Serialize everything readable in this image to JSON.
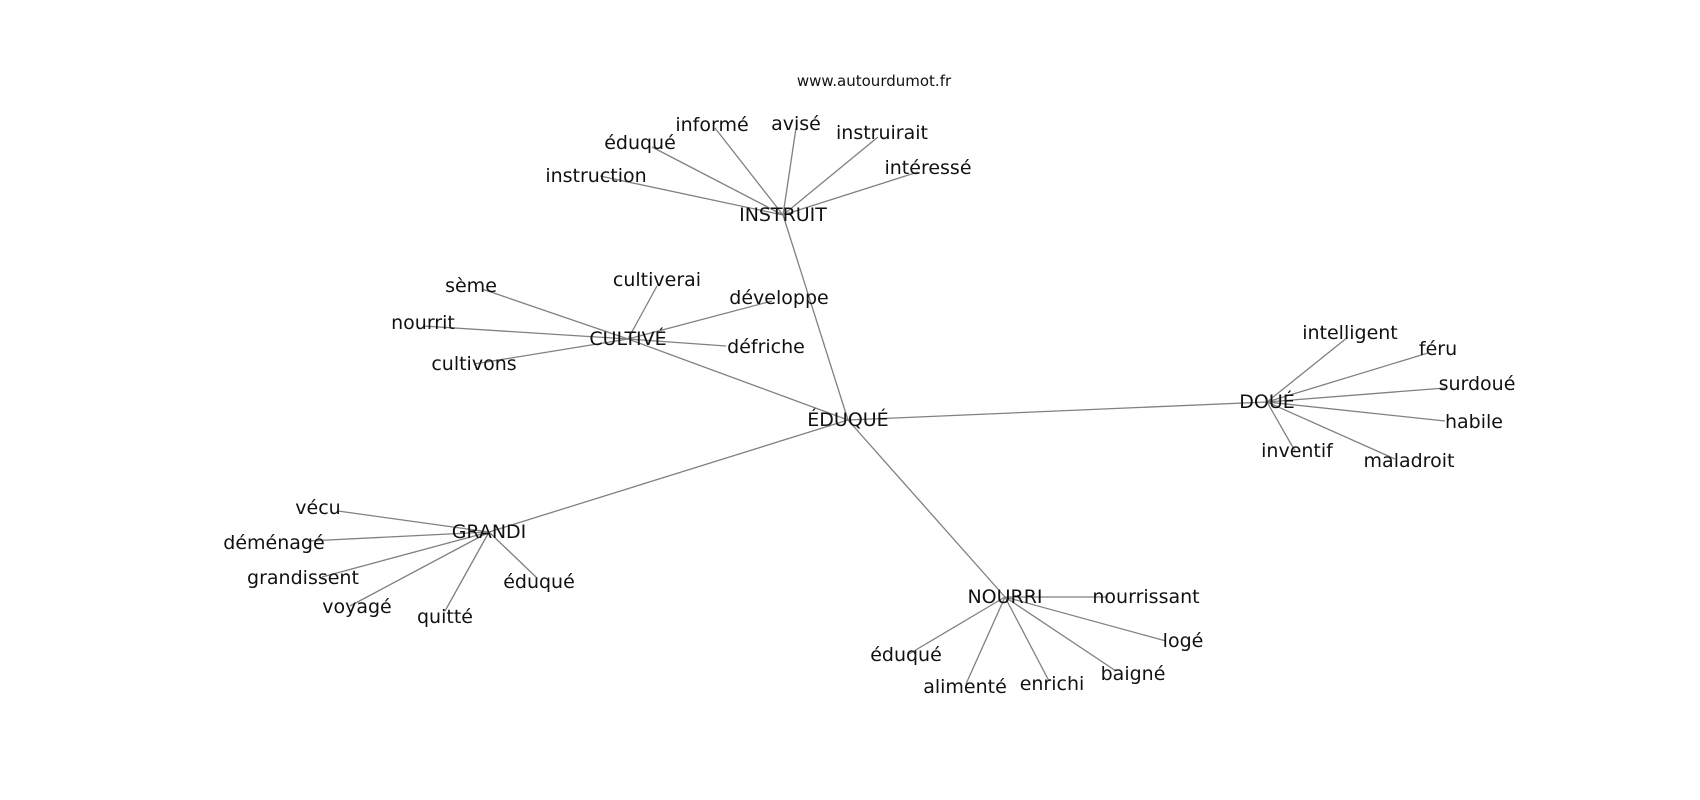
{
  "site": "www.autourdumot.fr",
  "center": "ÉDUQUÉ",
  "hubs": [
    {
      "id": "instruit",
      "label": "INSTRUIT",
      "leaves": [
        "instruction",
        "éduqué",
        "informé",
        "avisé",
        "instruirait",
        "intéressé"
      ]
    },
    {
      "id": "cultive",
      "label": "CULTIVÉ",
      "leaves": [
        "sème",
        "cultiverai",
        "développe",
        "nourrit",
        "défriche",
        "cultivons"
      ]
    },
    {
      "id": "doue",
      "label": "DOUÉ",
      "leaves": [
        "intelligent",
        "féru",
        "surdoué",
        "habile",
        "inventif",
        "maladroit"
      ]
    },
    {
      "id": "grandi",
      "label": "GRANDI",
      "leaves": [
        "vécu",
        "déménagé",
        "grandissent",
        "voyagé",
        "quitté",
        "éduqué"
      ]
    },
    {
      "id": "nourri",
      "label": "NOURRI",
      "leaves": [
        "nourrissant",
        "logé",
        "éduqué",
        "alimenté",
        "enrichi",
        "baigné"
      ]
    }
  ]
}
